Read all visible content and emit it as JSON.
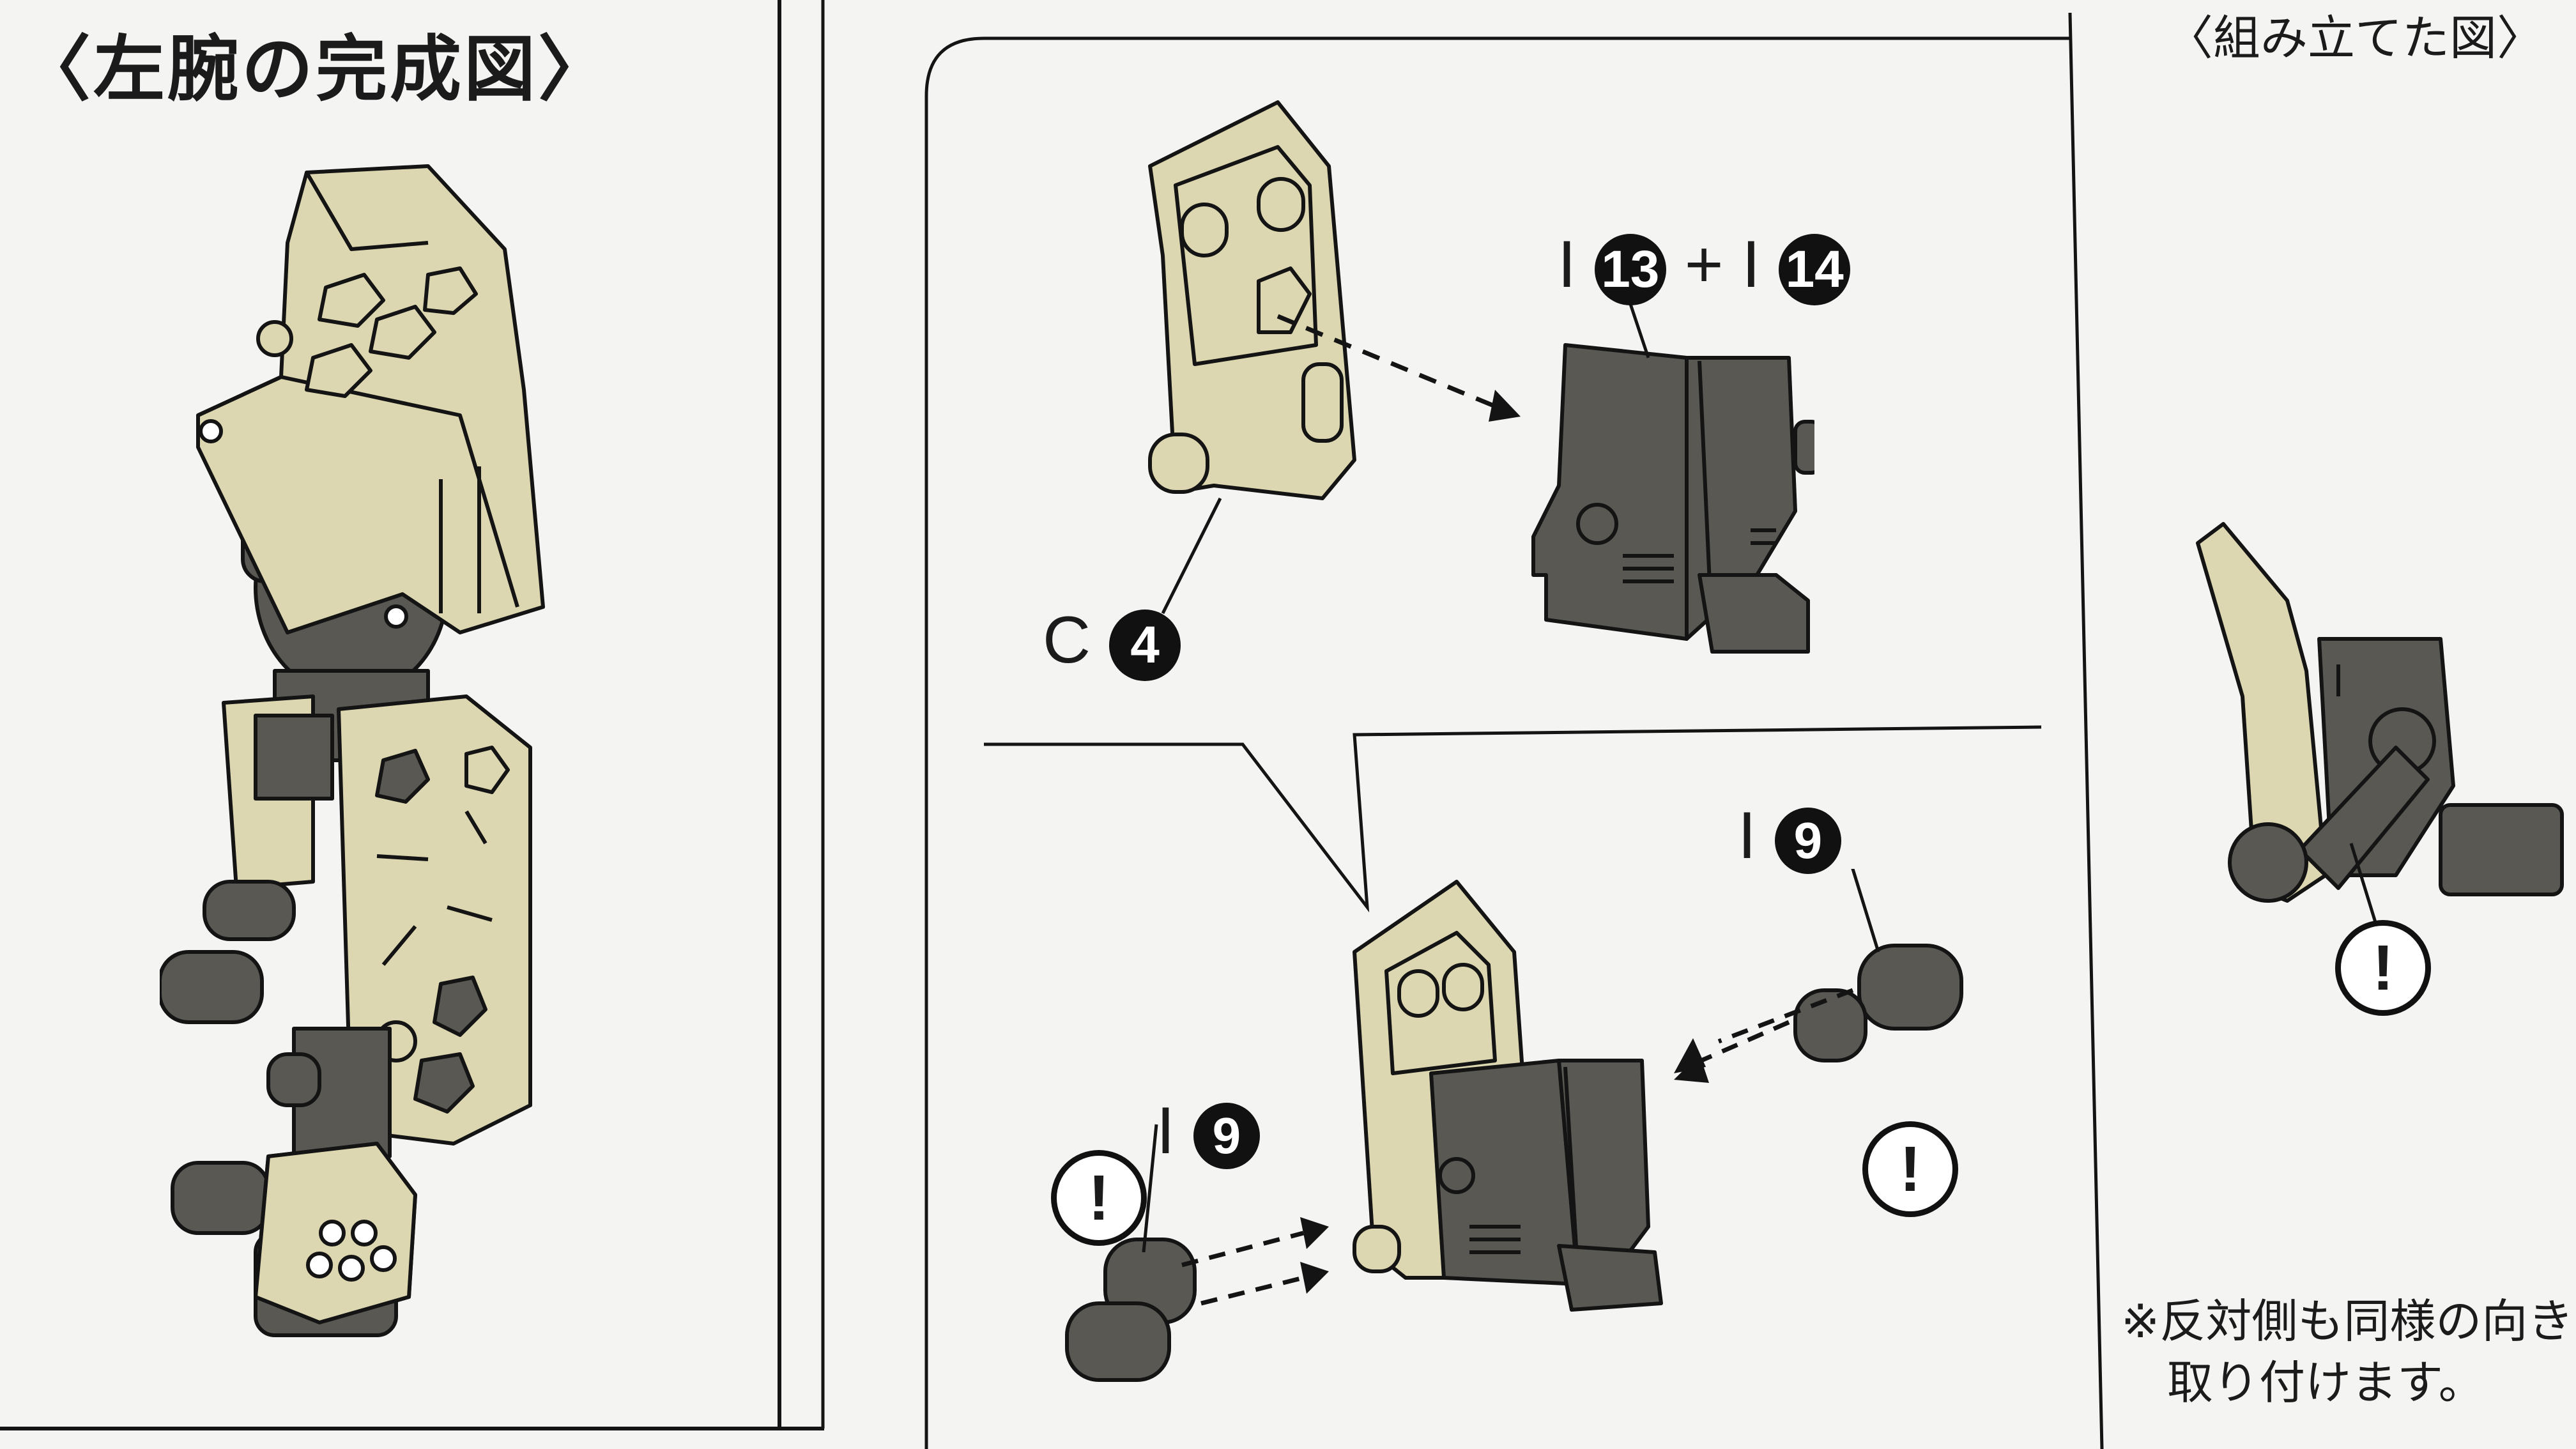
{
  "left_panel": {
    "title": "〈左腕の完成図〉"
  },
  "right_panel": {
    "title": "〈組み立てた図〉",
    "note": "※反対側も同様の向きで\n　取り付けます。"
  },
  "step_top": {
    "part_c": {
      "runner": "C",
      "number": "4"
    },
    "part_i_a": {
      "runner": "I",
      "number": "13"
    },
    "plus": "+",
    "part_i_b": {
      "runner": "I",
      "number": "14"
    }
  },
  "step_bottom": {
    "part_left": {
      "runner": "I",
      "number": "9"
    },
    "part_right": {
      "runner": "I",
      "number": "9"
    }
  },
  "warnings": {
    "symbol": "!"
  },
  "colors": {
    "tan_part": "#dcd7b0",
    "dark_part": "#5a5853",
    "line": "#141414",
    "paper": "#f4f4f2"
  }
}
